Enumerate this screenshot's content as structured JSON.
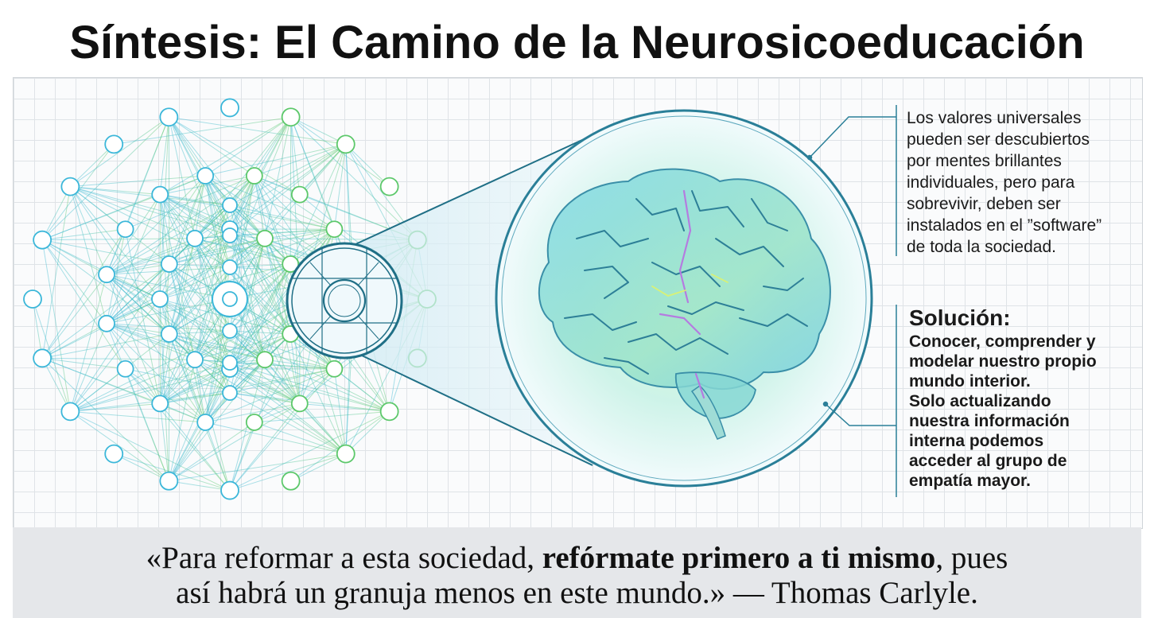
{
  "title": "Síntesis: El Camino de la Neurosicoeducación",
  "callout_top": {
    "lines": [
      "Los valores universales",
      "pueden ser descubiertos",
      "por mentes brillantes",
      "individuales, pero para",
      "sobrevivir, deben ser",
      "instalados en el ”software”",
      "de toda la sociedad."
    ]
  },
  "solution": {
    "heading": "Solución:",
    "lines": [
      "Conocer, comprender y",
      "modelar nuestro propio",
      "mundo interior.",
      "Solo actualizando",
      "nuestra información",
      "interna podemos",
      "acceder al grupo de",
      "empatía mayor."
    ]
  },
  "quote": {
    "part1": "«Para reformar a esta sociedad, ",
    "emphasis": "refórmate primero a ti mismo",
    "part2": ", pues",
    "line2": "así habrá un granuja menos en este mundo.» — Thomas Carlyle."
  },
  "colors": {
    "network_blue": "#3bb7d9",
    "network_green": "#5cc86a",
    "lens_stroke": "#1f6f86",
    "brain_fill": "#8fe0d8",
    "accent_purple": "#b57be0"
  },
  "icons": [
    "network-icon",
    "lens-icon",
    "brain-icon"
  ]
}
